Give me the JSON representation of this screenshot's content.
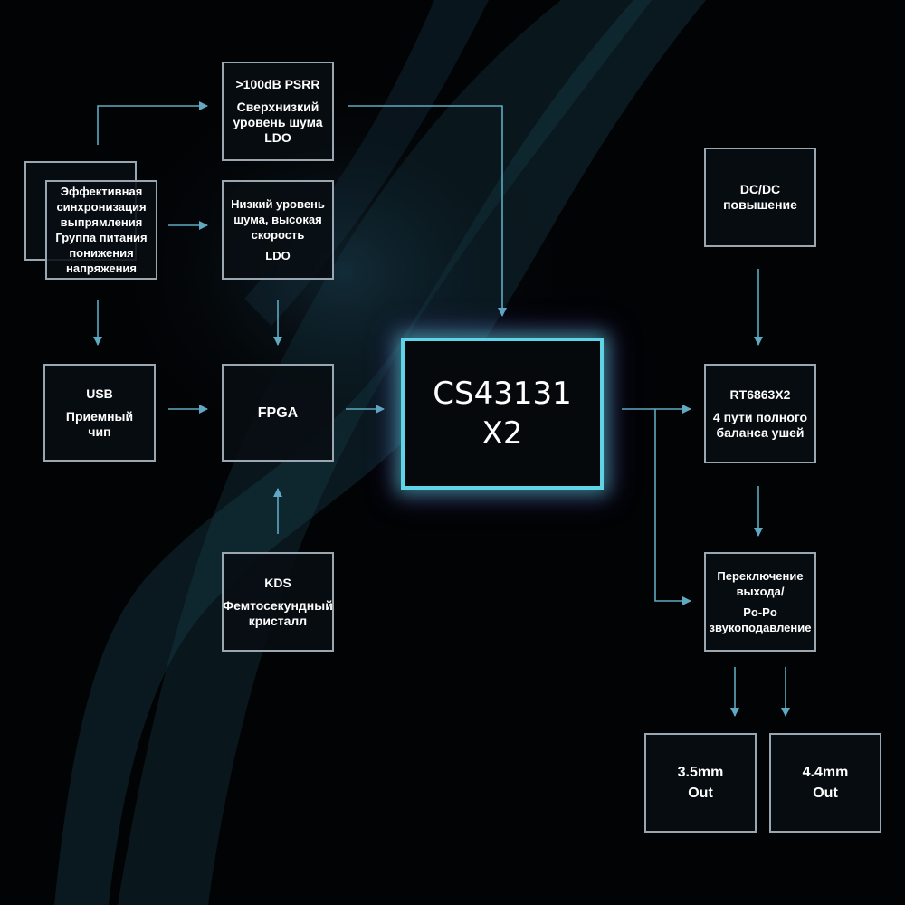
{
  "blocks": {
    "rectifier": [
      "Эффективная",
      "синхронизация",
      "выпрямления",
      "Группа питания",
      "понижения",
      "напряжения"
    ],
    "psrr_ldo": {
      "head": ">100dB PSRR",
      "lines": [
        "Сверхнизкий",
        "уровень шума",
        "LDO"
      ]
    },
    "fast_ldo": {
      "lines": [
        "Низкий уровень",
        "шума, высокая",
        "скорость"
      ],
      "tail": "LDO"
    },
    "usb": {
      "head": "USB",
      "lines": [
        "Приемный",
        "чип"
      ]
    },
    "fpga": "FPGA",
    "kds": {
      "head": "KDS",
      "lines": [
        "Фемтосекундный",
        "кристалл"
      ]
    },
    "dac": {
      "line1": "CS43131",
      "line2": "X2"
    },
    "dcdc": [
      "DC/DC",
      "повышение"
    ],
    "amp": {
      "head": "RT6863X2",
      "lines": [
        "4 пути полного",
        "баланса ушей"
      ]
    },
    "switch": {
      "lines": [
        "Переключение",
        "выхода/"
      ],
      "tail": [
        "Po-Po",
        "звукоподавление"
      ]
    },
    "out35": [
      "3.5mm",
      "Out"
    ],
    "out44": [
      "4.4mm",
      "Out"
    ]
  },
  "colors": {
    "wire": "#5fa9c2",
    "border": "#9aa7b0",
    "chip_glow": "#5fd4e6"
  }
}
